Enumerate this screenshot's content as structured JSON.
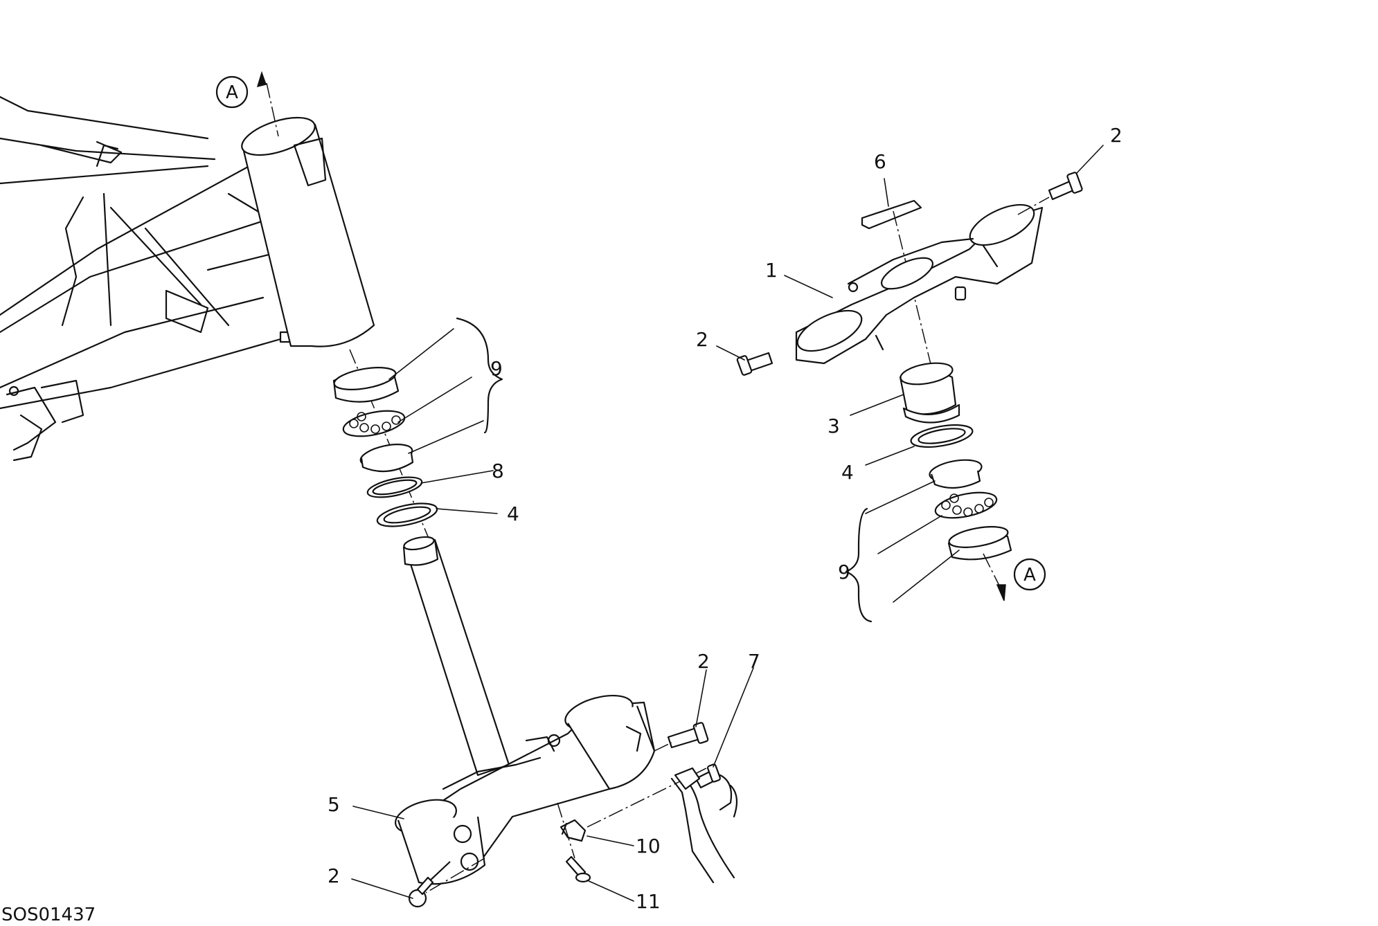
{
  "drawing_code": "SOS01437",
  "reference_marks": [
    "A",
    "A"
  ],
  "callouts": [
    {
      "id": "c-top-2",
      "text": "2"
    },
    {
      "id": "c-6",
      "text": "6"
    },
    {
      "id": "c-1",
      "text": "1"
    },
    {
      "id": "c-right-2",
      "text": "2"
    },
    {
      "id": "c-3",
      "text": "3"
    },
    {
      "id": "c-right-4",
      "text": "4"
    },
    {
      "id": "c-right-9",
      "text": "9"
    },
    {
      "id": "c-left-9",
      "text": "9"
    },
    {
      "id": "c-8",
      "text": "8"
    },
    {
      "id": "c-left-4",
      "text": "4"
    },
    {
      "id": "c-bot-2",
      "text": "2"
    },
    {
      "id": "c-7",
      "text": "7"
    },
    {
      "id": "c-5",
      "text": "5"
    },
    {
      "id": "c-10",
      "text": "10"
    },
    {
      "id": "c-left-2",
      "text": "2"
    },
    {
      "id": "c-11",
      "text": "11"
    }
  ]
}
